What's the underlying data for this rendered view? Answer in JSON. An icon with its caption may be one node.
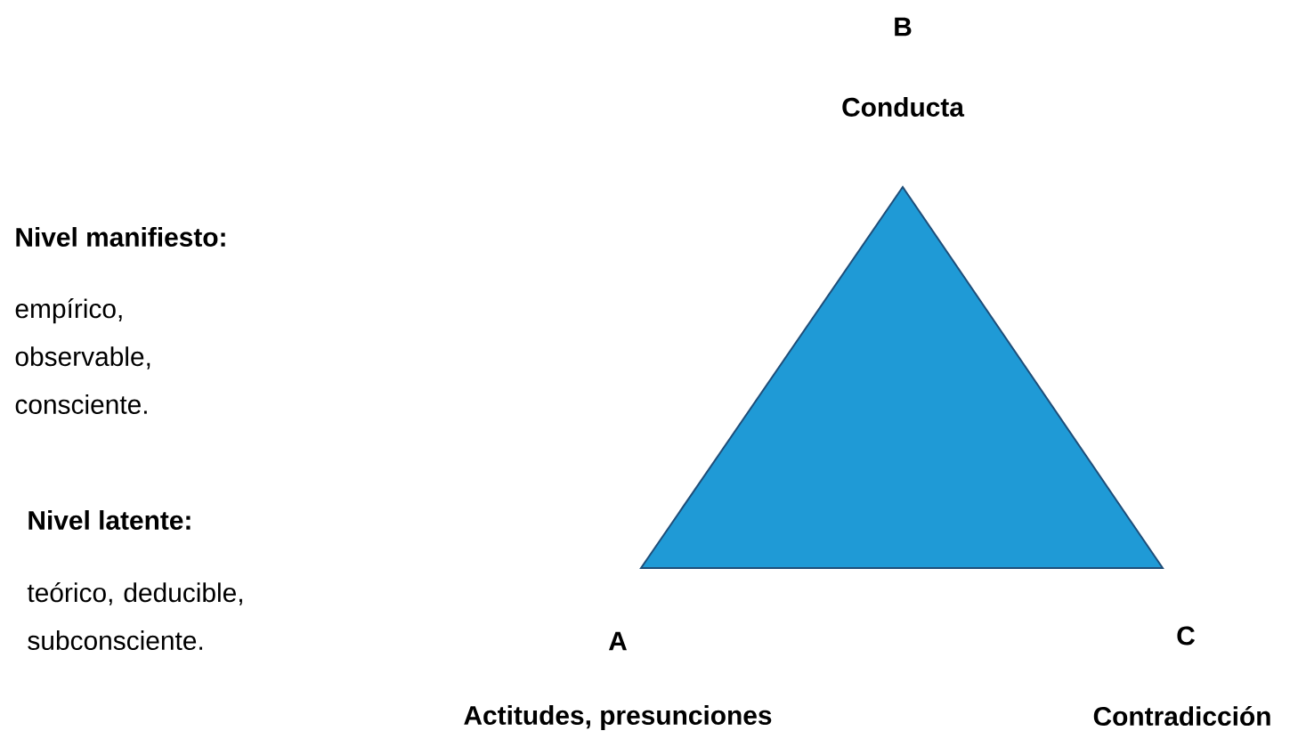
{
  "diagram": {
    "nodes": [
      {
        "text": [],
        "shape": "triangle"
      }
    ],
    "labels": [
      "B",
      "Conducta",
      "Nivel manifiesto:",
      "empírico, observable, consciente.",
      "Nivel latente:",
      "teórico, deducible, subconsciente.",
      "A",
      "C",
      "Actitudes, presunciones",
      "Contradicción"
    ]
  }
}
